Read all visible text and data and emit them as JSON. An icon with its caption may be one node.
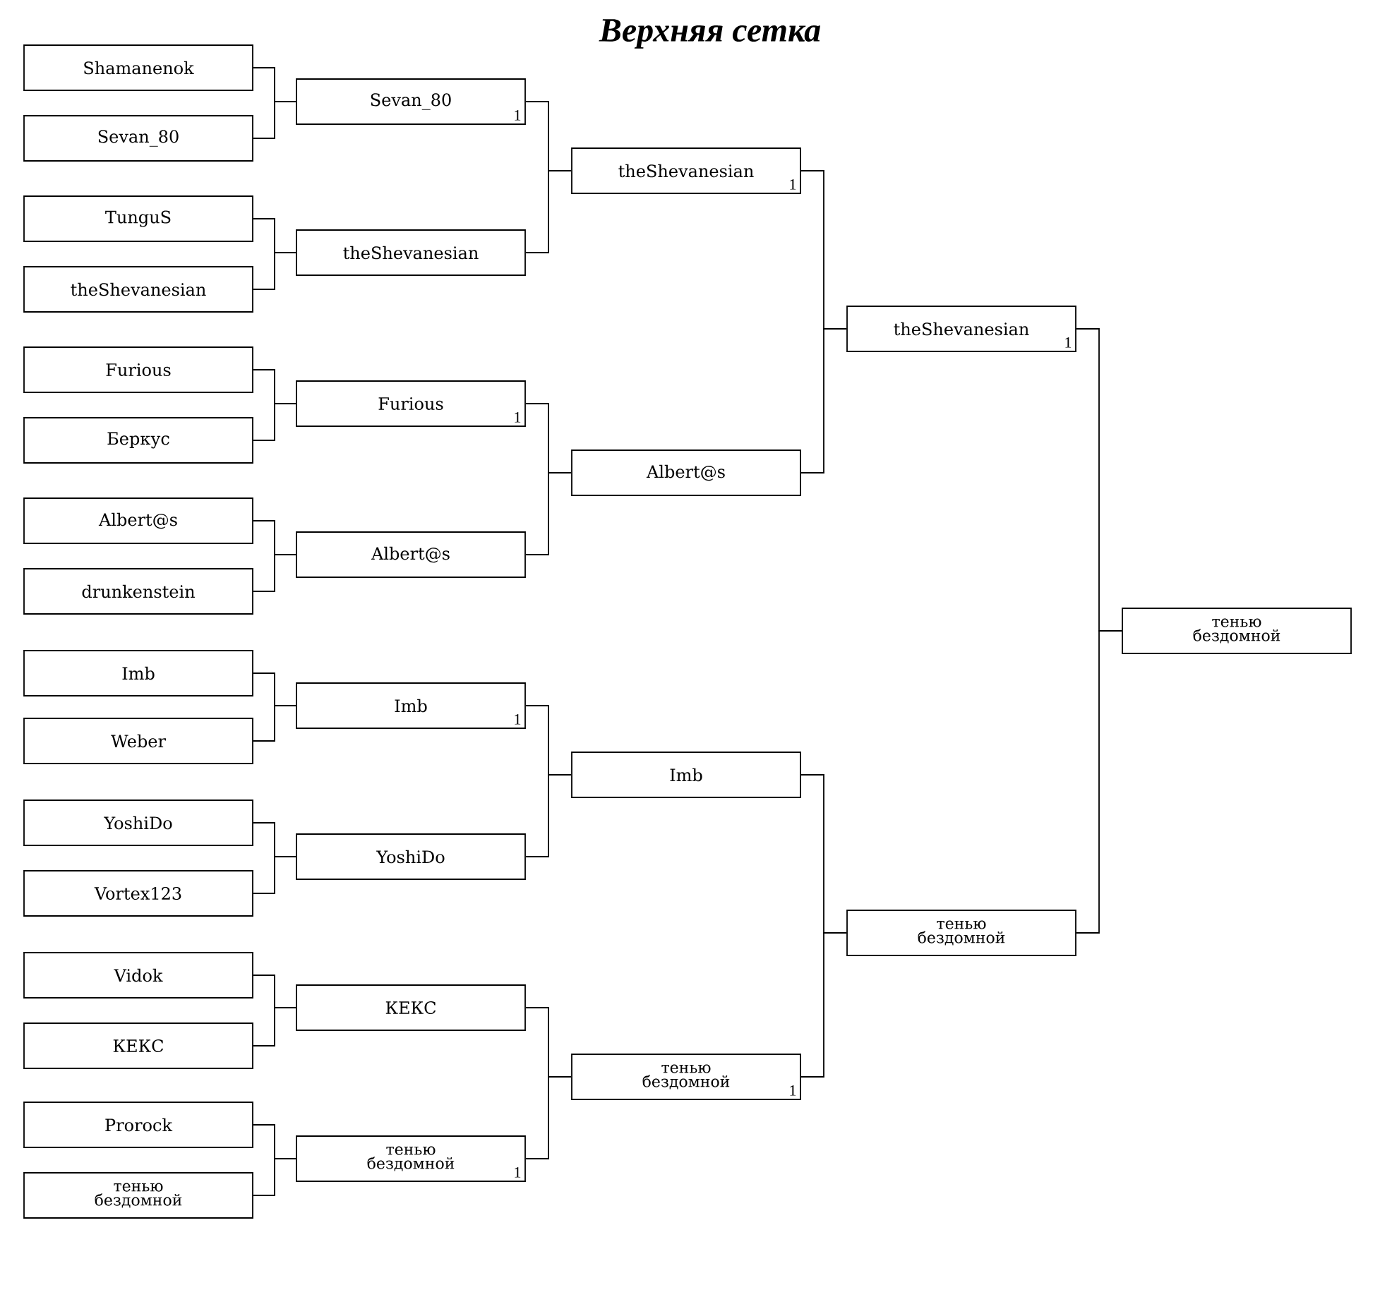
{
  "diagram": {
    "title": "Верхняя сетка",
    "nodes": [
      {
        "text": [
          "Shamanenok"
        ]
      },
      {
        "text": [
          "Sevan_80"
        ]
      },
      {
        "text": [
          "TunguS"
        ]
      },
      {
        "text": [
          "theShevanesian"
        ]
      },
      {
        "text": [
          "Furious"
        ]
      },
      {
        "text": [
          "Беркус"
        ]
      },
      {
        "text": [
          "Albert@s"
        ]
      },
      {
        "text": [
          "drunkenstein"
        ]
      },
      {
        "text": [
          "Imb"
        ]
      },
      {
        "text": [
          "Weber"
        ]
      },
      {
        "text": [
          "YoshiDo"
        ]
      },
      {
        "text": [
          "Vortex123"
        ]
      },
      {
        "text": [
          "Vidok"
        ]
      },
      {
        "text": [
          "КЕКС"
        ]
      },
      {
        "text": [
          "Prorock"
        ]
      },
      {
        "text": [
          "тенью бездомной"
        ]
      },
      {
        "text": [
          "Sevan_80",
          "1"
        ]
      },
      {
        "text": [
          "theShevanesian"
        ]
      },
      {
        "text": [
          "Furious",
          "1"
        ]
      },
      {
        "text": [
          "Albert@s"
        ]
      },
      {
        "text": [
          "Imb",
          "1"
        ]
      },
      {
        "text": [
          "YoshiDo"
        ]
      },
      {
        "text": [
          "КЕКС"
        ]
      },
      {
        "text": [
          "тенью бездомной",
          "1"
        ]
      },
      {
        "text": [
          "theShevanesian",
          "1"
        ]
      },
      {
        "text": [
          "Albert@s"
        ]
      },
      {
        "text": [
          "Imb"
        ]
      },
      {
        "text": [
          "тенью бездомной",
          "1"
        ]
      },
      {
        "text": [
          "theShevanesian",
          "1"
        ]
      },
      {
        "text": [
          "тенью бездомной"
        ]
      },
      {
        "text": [
          "тенью бездомной"
        ]
      }
    ],
    "edges": [
      {
        "from": 0,
        "to": 16,
        "arrow": "none"
      },
      {
        "from": 1,
        "to": 16,
        "arrow": "none"
      },
      {
        "from": 2,
        "to": 17,
        "arrow": "none"
      },
      {
        "from": 3,
        "to": 17,
        "arrow": "none"
      },
      {
        "from": 4,
        "to": 18,
        "arrow": "none"
      },
      {
        "from": 5,
        "to": 18,
        "arrow": "none"
      },
      {
        "from": 6,
        "to": 19,
        "arrow": "none"
      },
      {
        "from": 7,
        "to": 19,
        "arrow": "none"
      },
      {
        "from": 8,
        "to": 20,
        "arrow": "none"
      },
      {
        "from": 9,
        "to": 20,
        "arrow": "none"
      },
      {
        "from": 10,
        "to": 21,
        "arrow": "none"
      },
      {
        "from": 11,
        "to": 21,
        "arrow": "none"
      },
      {
        "from": 12,
        "to": 22,
        "arrow": "none"
      },
      {
        "from": 13,
        "to": 22,
        "arrow": "none"
      },
      {
        "from": 14,
        "to": 23,
        "arrow": "none"
      },
      {
        "from": 15,
        "to": 23,
        "arrow": "none"
      },
      {
        "from": 16,
        "to": 24,
        "arrow": "none"
      },
      {
        "from": 17,
        "to": 24,
        "arrow": "none"
      },
      {
        "from": 18,
        "to": 25,
        "arrow": "none"
      },
      {
        "from": 19,
        "to": 25,
        "arrow": "none"
      },
      {
        "from": 20,
        "to": 26,
        "arrow": "none"
      },
      {
        "from": 21,
        "to": 26,
        "arrow": "none"
      },
      {
        "from": 22,
        "to": 27,
        "arrow": "none"
      },
      {
        "from": 23,
        "to": 27,
        "arrow": "none"
      },
      {
        "from": 24,
        "to": 28,
        "arrow": "none"
      },
      {
        "from": 25,
        "to": 28,
        "arrow": "none"
      },
      {
        "from": 26,
        "to": 29,
        "arrow": "none"
      },
      {
        "from": 27,
        "to": 29,
        "arrow": "none"
      },
      {
        "from": 28,
        "to": 30,
        "arrow": "none"
      },
      {
        "from": 29,
        "to": 30,
        "arrow": "none"
      }
    ]
  }
}
